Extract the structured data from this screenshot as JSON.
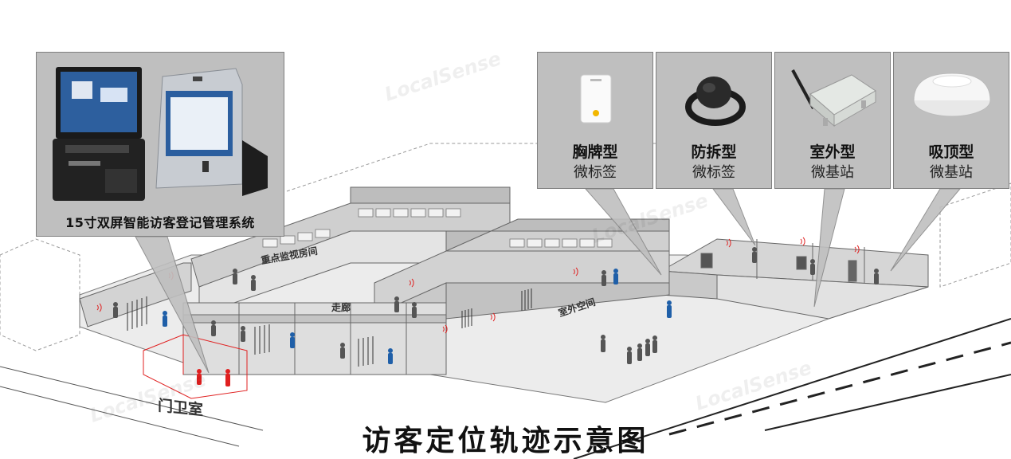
{
  "kiosk": {
    "caption": "15寸双屏智能访客登记管理系统"
  },
  "devices": [
    {
      "line1": "胸牌型",
      "line2": "微标签"
    },
    {
      "line1": "防拆型",
      "line2": "微标签"
    },
    {
      "line1": "室外型",
      "line2": "微基站"
    },
    {
      "line1": "吸顶型",
      "line2": "微基站"
    }
  ],
  "areas": {
    "key_room": "重点监视房间",
    "corridor": "走廊",
    "outdoor": "室外空间",
    "guard_room": "门卫室"
  },
  "title": "访客定位轨迹示意图",
  "watermark": "LocalSense",
  "colors": {
    "panel": "#bfbfbf",
    "walls": "#d9d9d9",
    "signal": "#e02020",
    "visitor": "#1f5fa8",
    "person": "#555555"
  }
}
